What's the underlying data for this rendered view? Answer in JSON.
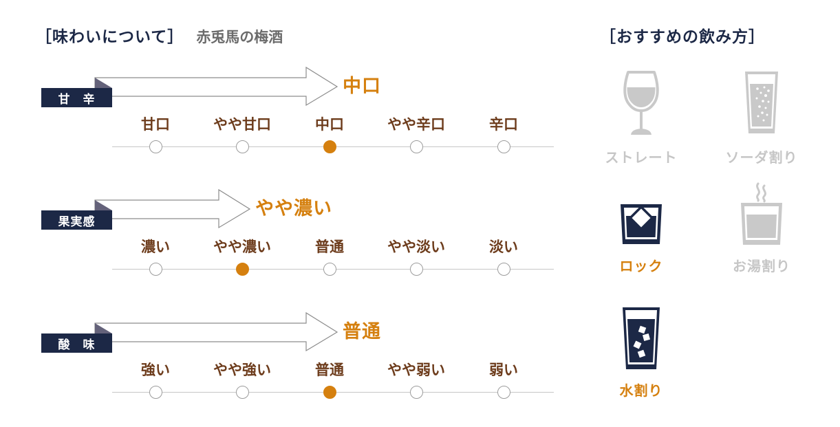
{
  "taste_section": {
    "title": "［味わいについて］",
    "product_name": "赤兎馬の梅酒",
    "rows": [
      {
        "label": "甘　辛",
        "result": "中口",
        "options": [
          "甘口",
          "やや甘口",
          "中口",
          "やや辛口",
          "辛口"
        ],
        "selected_index": 2
      },
      {
        "label": "果実感",
        "result": "やや濃い",
        "options": [
          "濃い",
          "やや濃い",
          "普通",
          "やや淡い",
          "淡い"
        ],
        "selected_index": 1
      },
      {
        "label": "酸　味",
        "result": "普通",
        "options": [
          "強い",
          "やや強い",
          "普通",
          "やや弱い",
          "弱い"
        ],
        "selected_index": 2
      }
    ]
  },
  "serving_section": {
    "title": "［おすすめの飲み方］",
    "styles": [
      {
        "label": "ストレート",
        "icon": "wine-glass-icon",
        "recommended": false
      },
      {
        "label": "ソーダ割り",
        "icon": "soda-glass-icon",
        "recommended": false
      },
      {
        "label": "ロック",
        "icon": "rocks-glass-icon",
        "recommended": true
      },
      {
        "label": "お湯割り",
        "icon": "hot-water-glass-icon",
        "recommended": false
      },
      {
        "label": "水割り",
        "icon": "water-glass-icon",
        "recommended": true
      }
    ]
  },
  "colors": {
    "navy": "#1c2846",
    "accent_orange": "#d5800f",
    "option_label_brown": "#6d3c1c",
    "inactive_grey": "#c9c9c9",
    "product_name_grey": "#6b6b6b",
    "tab_fold": "#64627a"
  }
}
